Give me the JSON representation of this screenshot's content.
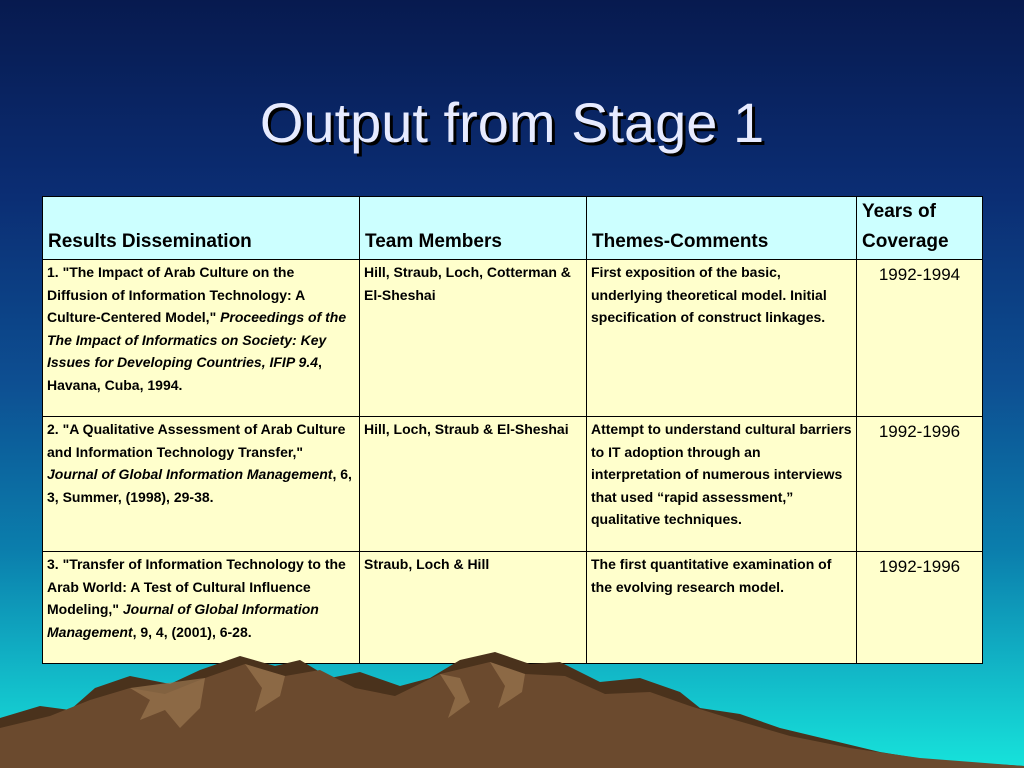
{
  "slide": {
    "title": "Output from Stage 1"
  },
  "table": {
    "headers": {
      "results": "Results Dissemination",
      "team": "Team Members",
      "themes": "Themes-Comments",
      "years": "Years of Coverage"
    },
    "rows": [
      {
        "citation_lead": "1. \"The Impact of Arab Culture on the Diffusion of Information Technology:  A Culture-Centered Model,\"",
        "citation_source": "Proceedings of the The Impact of Informatics on Society:  Key Issues for Developing Countries, IFIP 9.4",
        "citation_tail": ", Havana, Cuba, 1994.",
        "team": "Hill, Straub, Loch, Cotterman & El-Sheshai",
        "themes": "First exposition of the basic, underlying theoretical model.  Initial specification of construct linkages.",
        "years": "1992-1994"
      },
      {
        "citation_lead": "2. \"A Qualitative Assessment of Arab Culture and Information Technology Transfer,\"",
        "citation_source": "Journal of Global Information Management",
        "citation_tail": ", 6, 3, Summer, (1998), 29-38.",
        "team": "Hill, Loch, Straub & El-Sheshai",
        "themes": "Attempt to understand cultural barriers to IT adoption through an interpretation of numerous interviews that used “rapid assessment,” qualitative techniques.",
        "years": "1992-1996"
      },
      {
        "citation_lead": "3. \"Transfer of Information Technology to the Arab World: A Test of Cultural Influence Modeling,\"",
        "citation_source": "Journal of Global Information Management",
        "citation_tail": ", 9, 4, (2001), 6-28.",
        "team": "Straub, Loch & Hill",
        "themes": "The first quantitative examination of the evolving research model.",
        "years": "1992-1996"
      }
    ]
  },
  "colors": {
    "background_top": "#071a4f",
    "background_bottom": "#17e3db",
    "title_text": "#e7ebff",
    "header_fill": "#ccffff",
    "body_fill": "#ffffcc",
    "mountain": "#6b4a2e"
  }
}
